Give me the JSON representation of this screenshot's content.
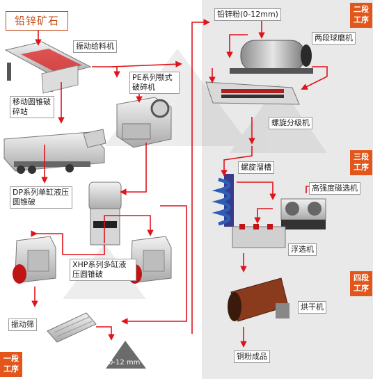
{
  "title": "铅锌矿石",
  "stages": [
    {
      "line1": "一段",
      "line2": "工序"
    },
    {
      "line1": "二段",
      "line2": "工序"
    },
    {
      "line1": "三段",
      "line2": "工序"
    },
    {
      "line1": "四段",
      "line2": "工序"
    }
  ],
  "labels": {
    "feeder": "振动给料机",
    "mobile_cone": "移动圆锥破碎站",
    "jaw": "PE系列颚式破碎机",
    "dp_cone": "DP系列单缸液压圆锥破",
    "xhp_cone": "XHP系列多缸液压圆锥破",
    "screen": "振动筛",
    "product_size": "0-12 mm",
    "powder": "铅锌粉(0-12mm)",
    "ball_mill": "两段球磨机",
    "classifier": "螺旋分级机",
    "chute": "螺旋溜槽",
    "magnetic": "高强度磁选机",
    "flotation": "浮选机",
    "dryer": "烘干机",
    "final": "铜粉成品"
  },
  "colors": {
    "arrow": "#e0121a",
    "stage_tag": "#e2561b",
    "title": "#c24a1a",
    "panel": "#e9e9e9"
  }
}
